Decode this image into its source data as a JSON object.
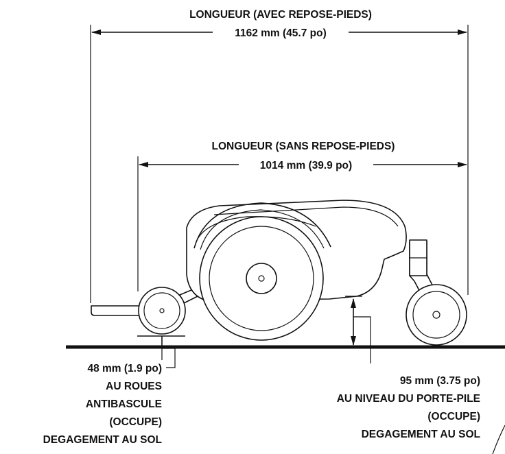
{
  "length_with_footrest": {
    "title": "LONGUEUR (AVEC REPOSE-PIEDS)",
    "value": "1162 mm (45.7 po)"
  },
  "length_without_footrest": {
    "title": "LONGUEUR (SANS REPOSE-PIEDS)",
    "value": "1014 mm (39.9 po)"
  },
  "anti_tip_clearance": {
    "lines": [
      "48 mm (1.9 po)",
      "AU ROUES",
      "ANTIBASCULE",
      "(OCCUPE)",
      "DEGAGEMENT AU SOL"
    ]
  },
  "battery_tray_clearance": {
    "lines": [
      "95 mm (3.75 po)",
      "AU NIVEAU DU PORTE-PILE",
      "(OCCUPE)",
      "DEGAGEMENT AU SOL"
    ]
  }
}
